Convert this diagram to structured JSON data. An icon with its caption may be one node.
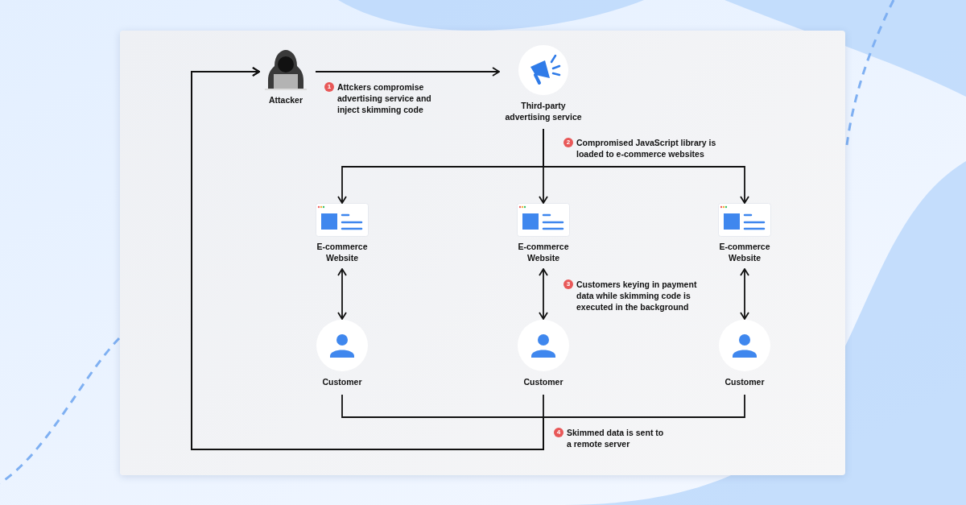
{
  "diagram": {
    "nodes": [
      {
        "text": [
          "Attacker"
        ]
      },
      {
        "text": [
          "Third-party advertising service"
        ]
      },
      {
        "text": [
          "E-commerce Website"
        ]
      },
      {
        "text": [
          "E-commerce Website"
        ]
      },
      {
        "text": [
          "E-commerce Website"
        ]
      },
      {
        "text": [
          "Customer"
        ]
      },
      {
        "text": [
          "Customer"
        ]
      },
      {
        "text": [
          "Customer"
        ]
      }
    ],
    "edges": [
      {
        "from": 0,
        "to": 1,
        "arrow": "to"
      },
      {
        "from": 1,
        "to": 2,
        "arrow": "to"
      },
      {
        "from": 1,
        "to": 3,
        "arrow": "to"
      },
      {
        "from": 1,
        "to": 4,
        "arrow": "to"
      },
      {
        "from": 2,
        "to": 5,
        "arrow": "both"
      },
      {
        "from": 3,
        "to": 6,
        "arrow": "both"
      },
      {
        "from": 4,
        "to": 7,
        "arrow": "both"
      },
      {
        "from": 5,
        "to": 0,
        "arrow": "to"
      },
      {
        "from": 6,
        "to": 0,
        "arrow": "to"
      },
      {
        "from": 7,
        "to": 0,
        "arrow": "to"
      }
    ],
    "labels": [
      "1",
      "Attckers compromise advertising service and inject skimming code",
      "2",
      "Compromised JavaScript library is loaded to e-commerce websites",
      "3",
      "Customers keying in payment data while skimming code is executed in the background",
      "4",
      "Skimmed data is sent to a remote server"
    ]
  }
}
